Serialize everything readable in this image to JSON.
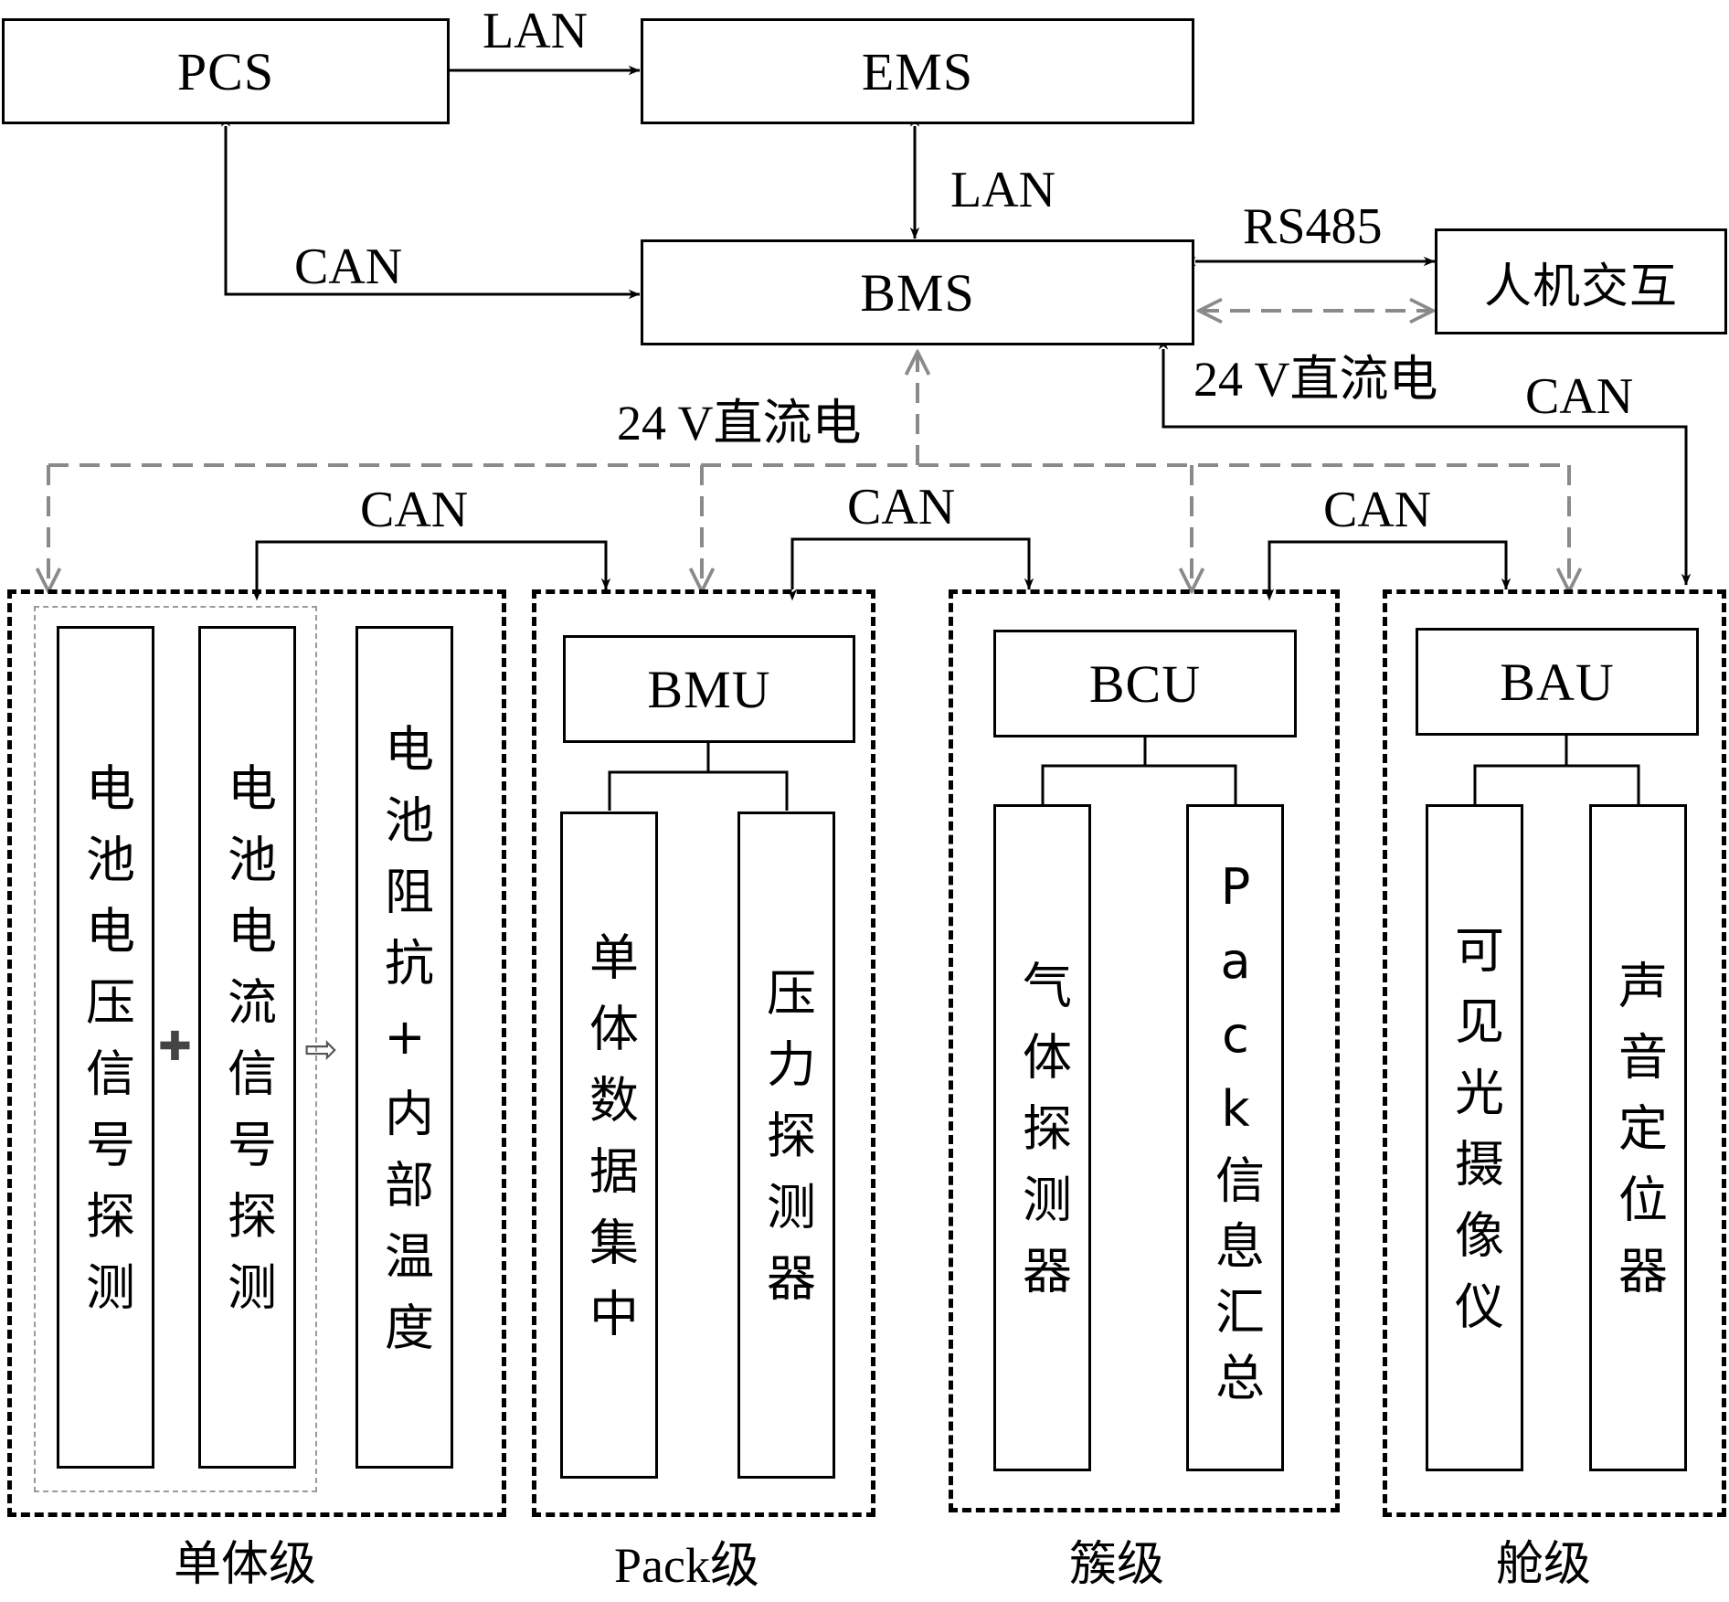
{
  "nodes": {
    "pcs": "PCS",
    "ems": "EMS",
    "bms": "BMS",
    "hmi": "人机交互",
    "bmu": "BMU",
    "bcu": "BCU",
    "bau": "BAU"
  },
  "links": {
    "pcs_ems": "LAN",
    "ems_bms": "LAN",
    "pcs_bms": "CAN",
    "bms_hmi": "RS485",
    "bms_hmi_power": "24 V直流电",
    "bms_to_levels_power": "24 V直流电",
    "bms_to_cabin": "CAN",
    "cell_pack": "CAN",
    "pack_cluster": "CAN",
    "cluster_cabin": "CAN"
  },
  "levels": {
    "cell": {
      "label": "单体级",
      "items": [
        "电池电压信号探测",
        "电池电流信号探测",
        "电池阻抗+内部温度"
      ],
      "operators": [
        "plus-icon",
        "right-arrow-icon"
      ]
    },
    "pack": {
      "label": "Pack级",
      "items": [
        "单体数据集中",
        "压力探测器"
      ]
    },
    "cluster": {
      "label": "簇级",
      "items": [
        "气体探测器",
        "Pack信息汇总"
      ]
    },
    "cabin": {
      "label": "舱级",
      "items": [
        "可见光摄像仪",
        "声音定位器"
      ]
    }
  },
  "colors": {
    "solid_line": "#000000",
    "power_line": "#8a8a8a",
    "inner_group_border": "#9a9a9a"
  }
}
